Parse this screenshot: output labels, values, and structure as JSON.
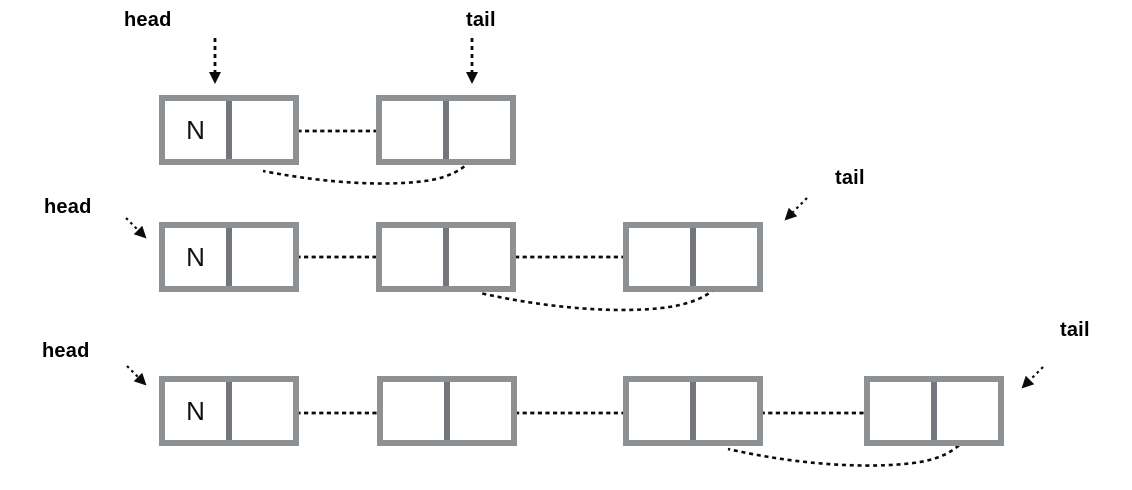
{
  "diagram": {
    "lists": [
      {
        "head_label": "head",
        "tail_label": "tail",
        "node_value": "N",
        "node_count": 2
      },
      {
        "head_label": "head",
        "tail_label": "tail",
        "node_value": "N",
        "node_count": 3
      },
      {
        "head_label": "head",
        "tail_label": "tail",
        "node_value": "N",
        "node_count": 4
      }
    ]
  }
}
